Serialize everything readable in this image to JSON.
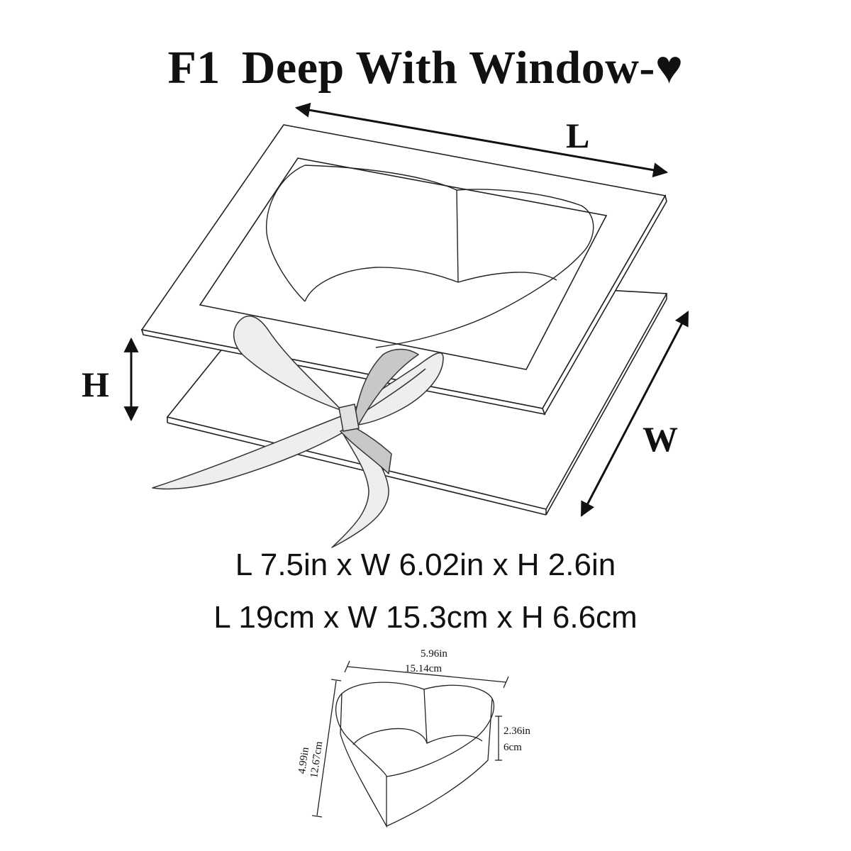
{
  "title": {
    "code": "F1",
    "text": "Deep With Window-♥"
  },
  "axis_labels": {
    "length": "L",
    "width": "W",
    "height": "H"
  },
  "dimensions": {
    "imperial": "L 7.5in x W 6.02in x H 2.6in",
    "metric": "L 19cm x W 15.3cm x H 6.6cm"
  },
  "insert": {
    "length_in": "5.96in",
    "length_cm": "15.14cm",
    "width_in": "4.99in",
    "width_cm": "12.67cm",
    "height_in": "2.36in",
    "height_cm": "6cm"
  },
  "colors": {
    "line": "#222222",
    "ribbon": "#eeeeee",
    "ribbon_shade": "#c8c8c8",
    "text": "#111111"
  }
}
